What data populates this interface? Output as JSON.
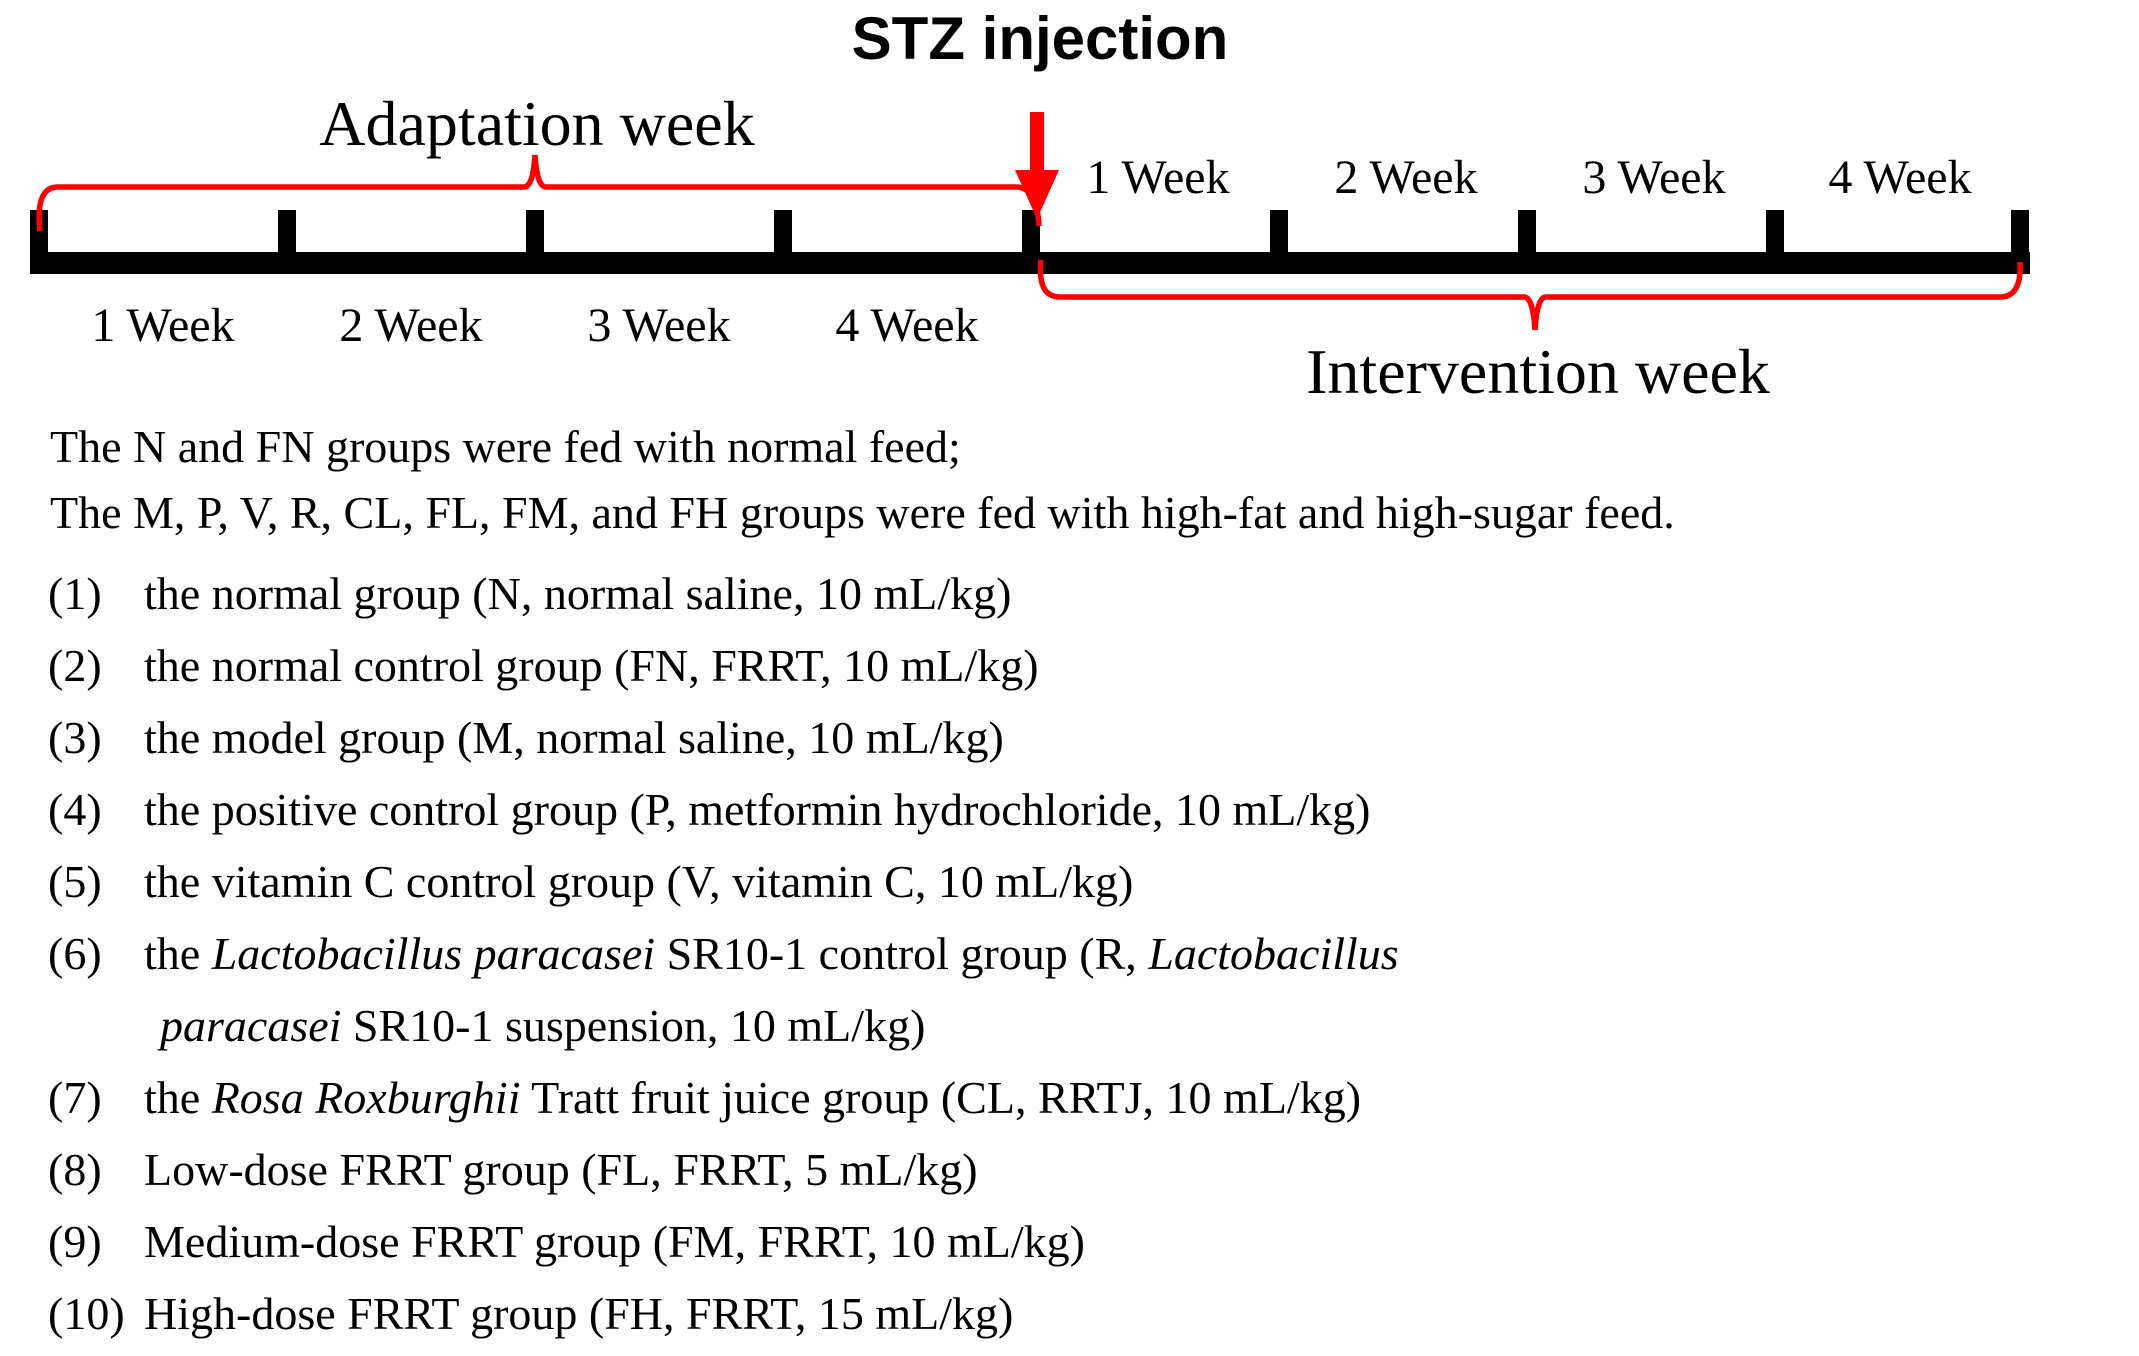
{
  "colors": {
    "annotation_red": "#FF0000",
    "timeline_black": "#000000",
    "background": "#FFFFFF"
  },
  "timeline": {
    "stz_injection_label": "STZ injection",
    "adaptation_label": "Adaptation week",
    "intervention_label": "Intervention week",
    "adaptation_week_ticks": [
      "1 Week",
      "2 Week",
      "3 Week",
      "4 Week"
    ],
    "intervention_week_ticks": [
      "1 Week",
      "2 Week",
      "3 Week",
      "4 Week"
    ]
  },
  "feeding_notes": [
    "The N and FN groups were fed with normal feed;",
    "The M, P, V, R, CL, FL, FM, and FH groups were fed with high-fat and high-sugar feed."
  ],
  "groups": [
    {
      "num": "(1)",
      "parts": [
        {
          "text": "the normal group (N, normal saline, 10 mL/kg)"
        }
      ]
    },
    {
      "num": "(2)",
      "parts": [
        {
          "text": "the normal control group (FN, FRRT, 10 mL/kg)"
        }
      ]
    },
    {
      "num": "(3)",
      "parts": [
        {
          "text": "the model group (M, normal saline, 10 mL/kg)"
        }
      ]
    },
    {
      "num": "(4)",
      "parts": [
        {
          "text": "the positive control group (P, metformin hydrochloride, 10 mL/kg)"
        }
      ]
    },
    {
      "num": "(5)",
      "parts": [
        {
          "text": "the vitamin C control group (V, vitamin C, 10 mL/kg)"
        }
      ]
    },
    {
      "num": "(6)",
      "parts": [
        {
          "text": "the "
        },
        {
          "text": "Lactobacillus paracasei",
          "italic": true
        },
        {
          "text": " SR10-1 control group (R, "
        },
        {
          "text": "Lactobacillus",
          "italic": true
        }
      ]
    },
    {
      "num": "",
      "continuation": true,
      "parts": [
        {
          "text": "paracasei",
          "italic": true
        },
        {
          "text": " SR10-1 suspension, 10 mL/kg)"
        }
      ]
    },
    {
      "num": "(7)",
      "parts": [
        {
          "text": "the "
        },
        {
          "text": "Rosa Roxburghii",
          "italic": true
        },
        {
          "text": " Tratt fruit juice group (CL, RRTJ, 10 mL/kg)"
        }
      ]
    },
    {
      "num": "(8)",
      "parts": [
        {
          "text": "Low-dose FRRT group (FL, FRRT, 5 mL/kg)"
        }
      ]
    },
    {
      "num": "(9)",
      "parts": [
        {
          "text": "Medium-dose FRRT group (FM, FRRT, 10 mL/kg)"
        }
      ]
    },
    {
      "num": "(10)",
      "parts": [
        {
          "text": "High-dose FRRT group (FH, FRRT, 15 mL/kg)"
        }
      ]
    }
  ]
}
